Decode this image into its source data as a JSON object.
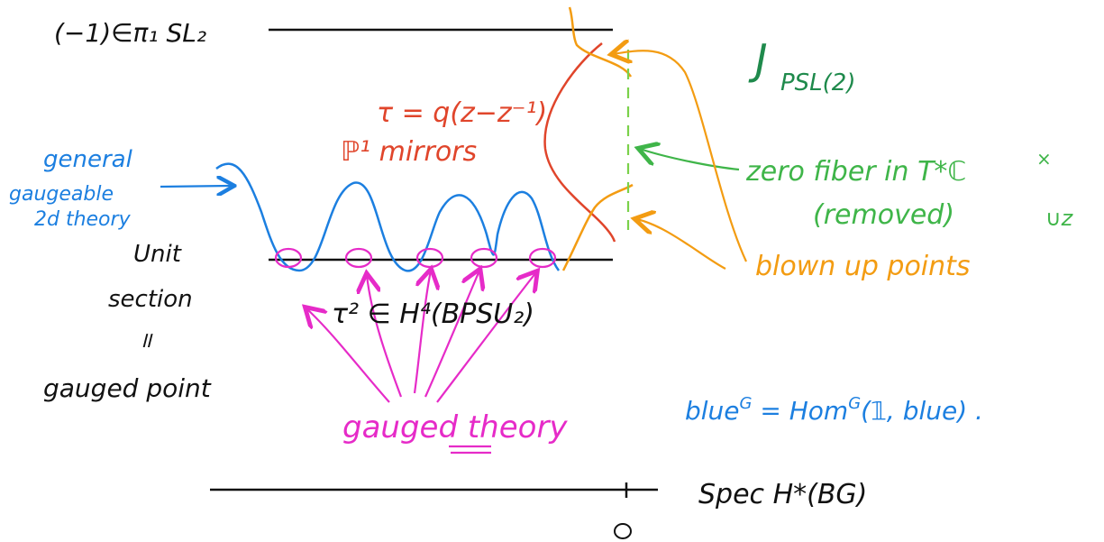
{
  "colors": {
    "ink": "#111111",
    "blue": "#1c7fe0",
    "red": "#e0452b",
    "orange": "#f39c12",
    "green": "#3fb549",
    "dark_green": "#1f8a4c",
    "magenta": "#e62bc8",
    "light_green_dash": "#7ad14a"
  },
  "labels": {
    "top_line": "(−1)∈π₁ SL₂",
    "tau_def": "τ = q(z−z⁻¹)",
    "p1_mirrors": "ℙ¹ mirrors",
    "j_psl": "J",
    "j_psl_sub": "PSL(2)",
    "general_1": "general",
    "general_2": "gaugeable",
    "general_3": "2d theory",
    "unit_1": "Unit",
    "unit_2": "section",
    "unit_3": "॥",
    "unit_4": "gauged point",
    "tau_sq": "τ² ∈ H⁴(BPSU₂)",
    "zero_fiber_1": "zero fiber in T*ℂ",
    "zero_fiber_sup": "×",
    "zero_fiber_sub": "∪z",
    "zero_fiber_2": "(removed)",
    "blown_up": "blown up points",
    "gauged_theory": "gauged theory",
    "blue_eq": "blue",
    "blue_eq_sup": "G",
    "blue_eq_rest": " = Hom",
    "blue_eq_sup2": "G",
    "blue_eq_tail": "(𝟙, blue) .",
    "spec": "Spec H*(BG)",
    "zero": "0"
  }
}
